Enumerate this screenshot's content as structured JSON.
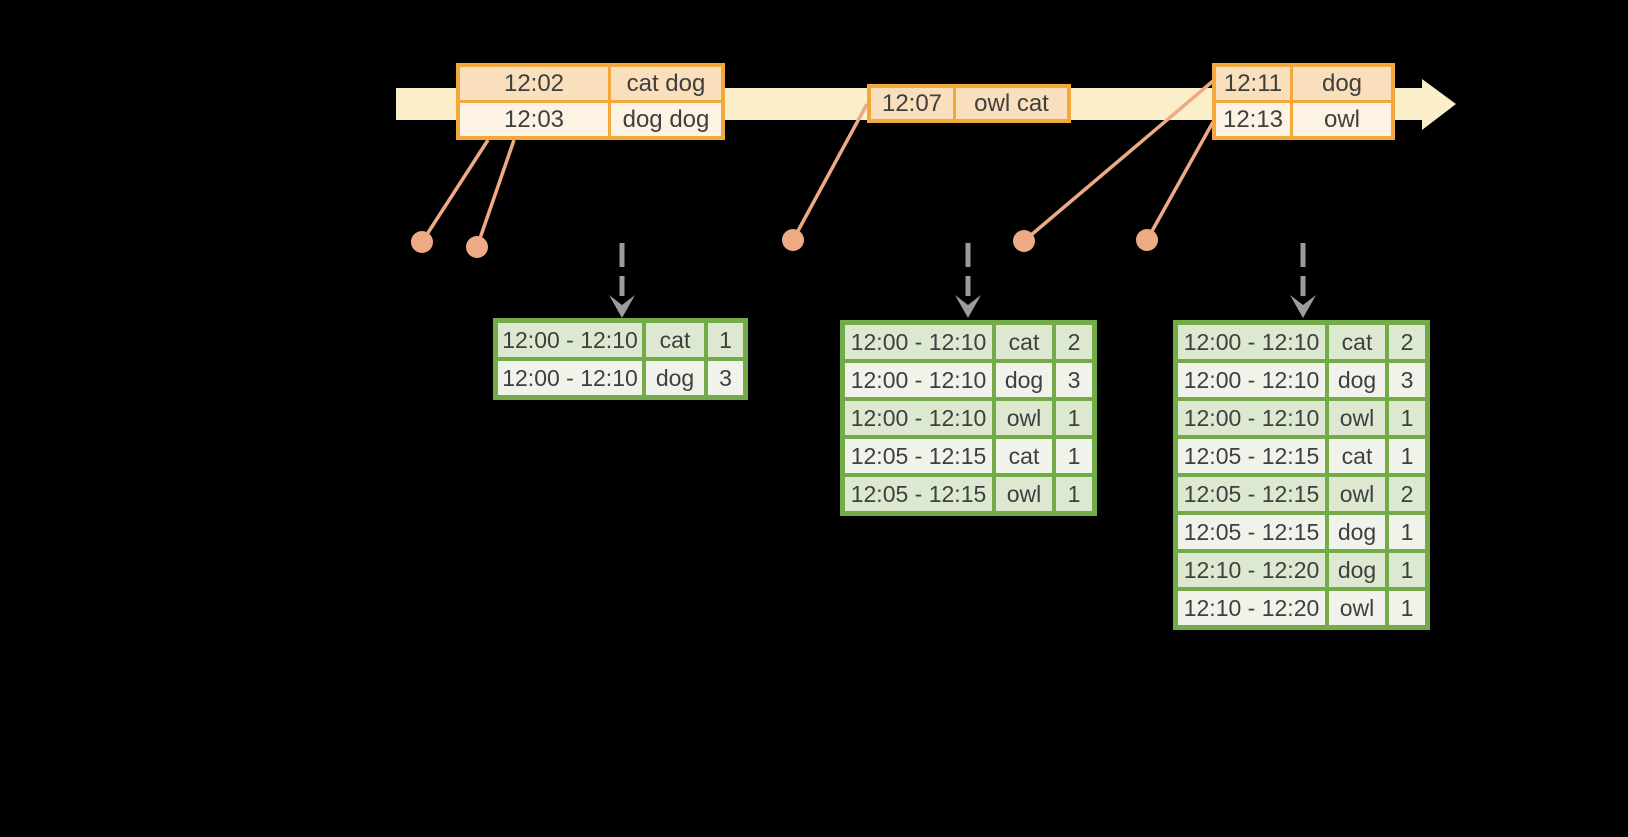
{
  "diagram": {
    "kind": "streaming-windowed-word-count-timeline",
    "event_tables": [
      {
        "rows": [
          {
            "time": "12:02",
            "words": "cat dog"
          },
          {
            "time": "12:03",
            "words": "dog dog"
          }
        ]
      },
      {
        "rows": [
          {
            "time": "12:07",
            "words": "owl cat"
          }
        ]
      },
      {
        "rows": [
          {
            "time": "12:11",
            "words": "dog"
          },
          {
            "time": "12:13",
            "words": "owl"
          }
        ]
      }
    ],
    "result_tables": [
      {
        "rows": [
          {
            "window": "12:00 - 12:10",
            "word": "cat",
            "count": "1"
          },
          {
            "window": "12:00 - 12:10",
            "word": "dog",
            "count": "3"
          }
        ]
      },
      {
        "rows": [
          {
            "window": "12:00 - 12:10",
            "word": "cat",
            "count": "2"
          },
          {
            "window": "12:00 - 12:10",
            "word": "dog",
            "count": "3"
          },
          {
            "window": "12:00 - 12:10",
            "word": "owl",
            "count": "1"
          },
          {
            "window": "12:05 - 12:15",
            "word": "cat",
            "count": "1"
          },
          {
            "window": "12:05 - 12:15",
            "word": "owl",
            "count": "1"
          }
        ]
      },
      {
        "rows": [
          {
            "window": "12:00 - 12:10",
            "word": "cat",
            "count": "2"
          },
          {
            "window": "12:00 - 12:10",
            "word": "dog",
            "count": "3"
          },
          {
            "window": "12:00 - 12:10",
            "word": "owl",
            "count": "1"
          },
          {
            "window": "12:05 - 12:15",
            "word": "cat",
            "count": "1"
          },
          {
            "window": "12:05 - 12:15",
            "word": "owl",
            "count": "2"
          },
          {
            "window": "12:05 - 12:15",
            "word": "dog",
            "count": "1"
          },
          {
            "window": "12:10 - 12:20",
            "word": "dog",
            "count": "1"
          },
          {
            "window": "12:10 - 12:20",
            "word": "owl",
            "count": "1"
          }
        ]
      }
    ],
    "icons": {
      "timeline_arrow": "right-pointing-band-arrow",
      "event_dot": "filled-circle",
      "trigger_arrow": "dashed-down-arrow"
    }
  },
  "colors": {
    "background": "#000000",
    "timeline_band": "#FBEFC9",
    "event_border": "#F2A83C",
    "event_row_dark": "#F9DFBB",
    "event_row_light": "#FDF3E2",
    "connector": "#EDAA84",
    "result_border": "#72AB48",
    "result_row_dark": "#DCE9D0",
    "result_row_light": "#EFF3EA",
    "trigger_arrow": "#9C9C9C",
    "text": "#3F3F3F"
  }
}
